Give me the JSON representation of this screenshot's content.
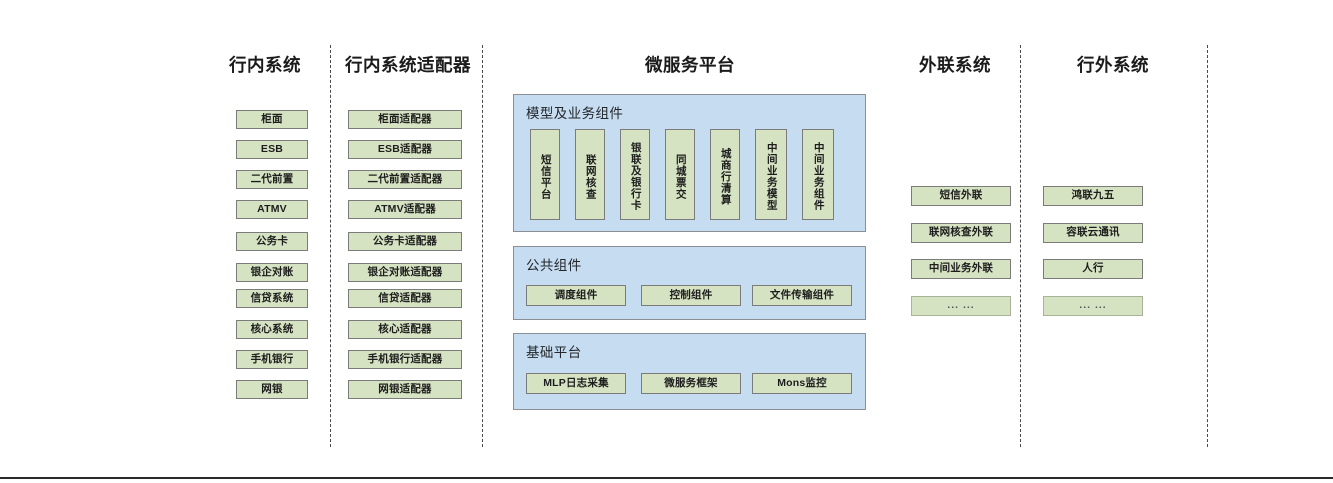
{
  "columns": {
    "internal_systems": {
      "title": "行内系统",
      "items": [
        "柜面",
        "ESB",
        "二代前置",
        "ATMV",
        "公务卡",
        "银企对账",
        "信贷系统",
        "核心系统",
        "手机银行",
        "网银"
      ]
    },
    "internal_adapters": {
      "title": "行内系统适配器",
      "items": [
        "柜面适配器",
        "ESB适配器",
        "二代前置适配器",
        "ATMV适配器",
        "公务卡适配器",
        "银企对账适配器",
        "信贷适配器",
        "核心适配器",
        "手机银行适配器",
        "网银适配器"
      ]
    },
    "microservice_platform": {
      "title": "微服务平台",
      "panels": [
        {
          "title": "模型及业务组件",
          "orientation": "vertical",
          "items": [
            "短信平台",
            "联网核查",
            "银联及银行卡",
            "同城票交",
            "城商行清算",
            "中间业务模型",
            "中间业务组件"
          ]
        },
        {
          "title": "公共组件",
          "orientation": "horizontal",
          "items": [
            "调度组件",
            "控制组件",
            "文件传输组件"
          ]
        },
        {
          "title": "基础平台",
          "orientation": "horizontal",
          "items": [
            "MLP日志采集",
            "微服务框架",
            "Mons监控"
          ]
        }
      ]
    },
    "external_link_systems": {
      "title": "外联系统",
      "items": [
        "短信外联",
        "联网核查外联",
        "中间业务外联",
        "... ..."
      ]
    },
    "outside_bank_systems": {
      "title": "行外系统",
      "items": [
        "鸿联九五",
        "容联云通讯",
        "人行",
        "... ..."
      ]
    }
  },
  "colors": {
    "node_fill": "#d6e3c3",
    "node_border": "#7b7b7b",
    "panel_fill": "#c6dcf1",
    "panel_border": "#8a8f96",
    "divider": "#4a4a4a",
    "text": "#1b1b1b"
  }
}
